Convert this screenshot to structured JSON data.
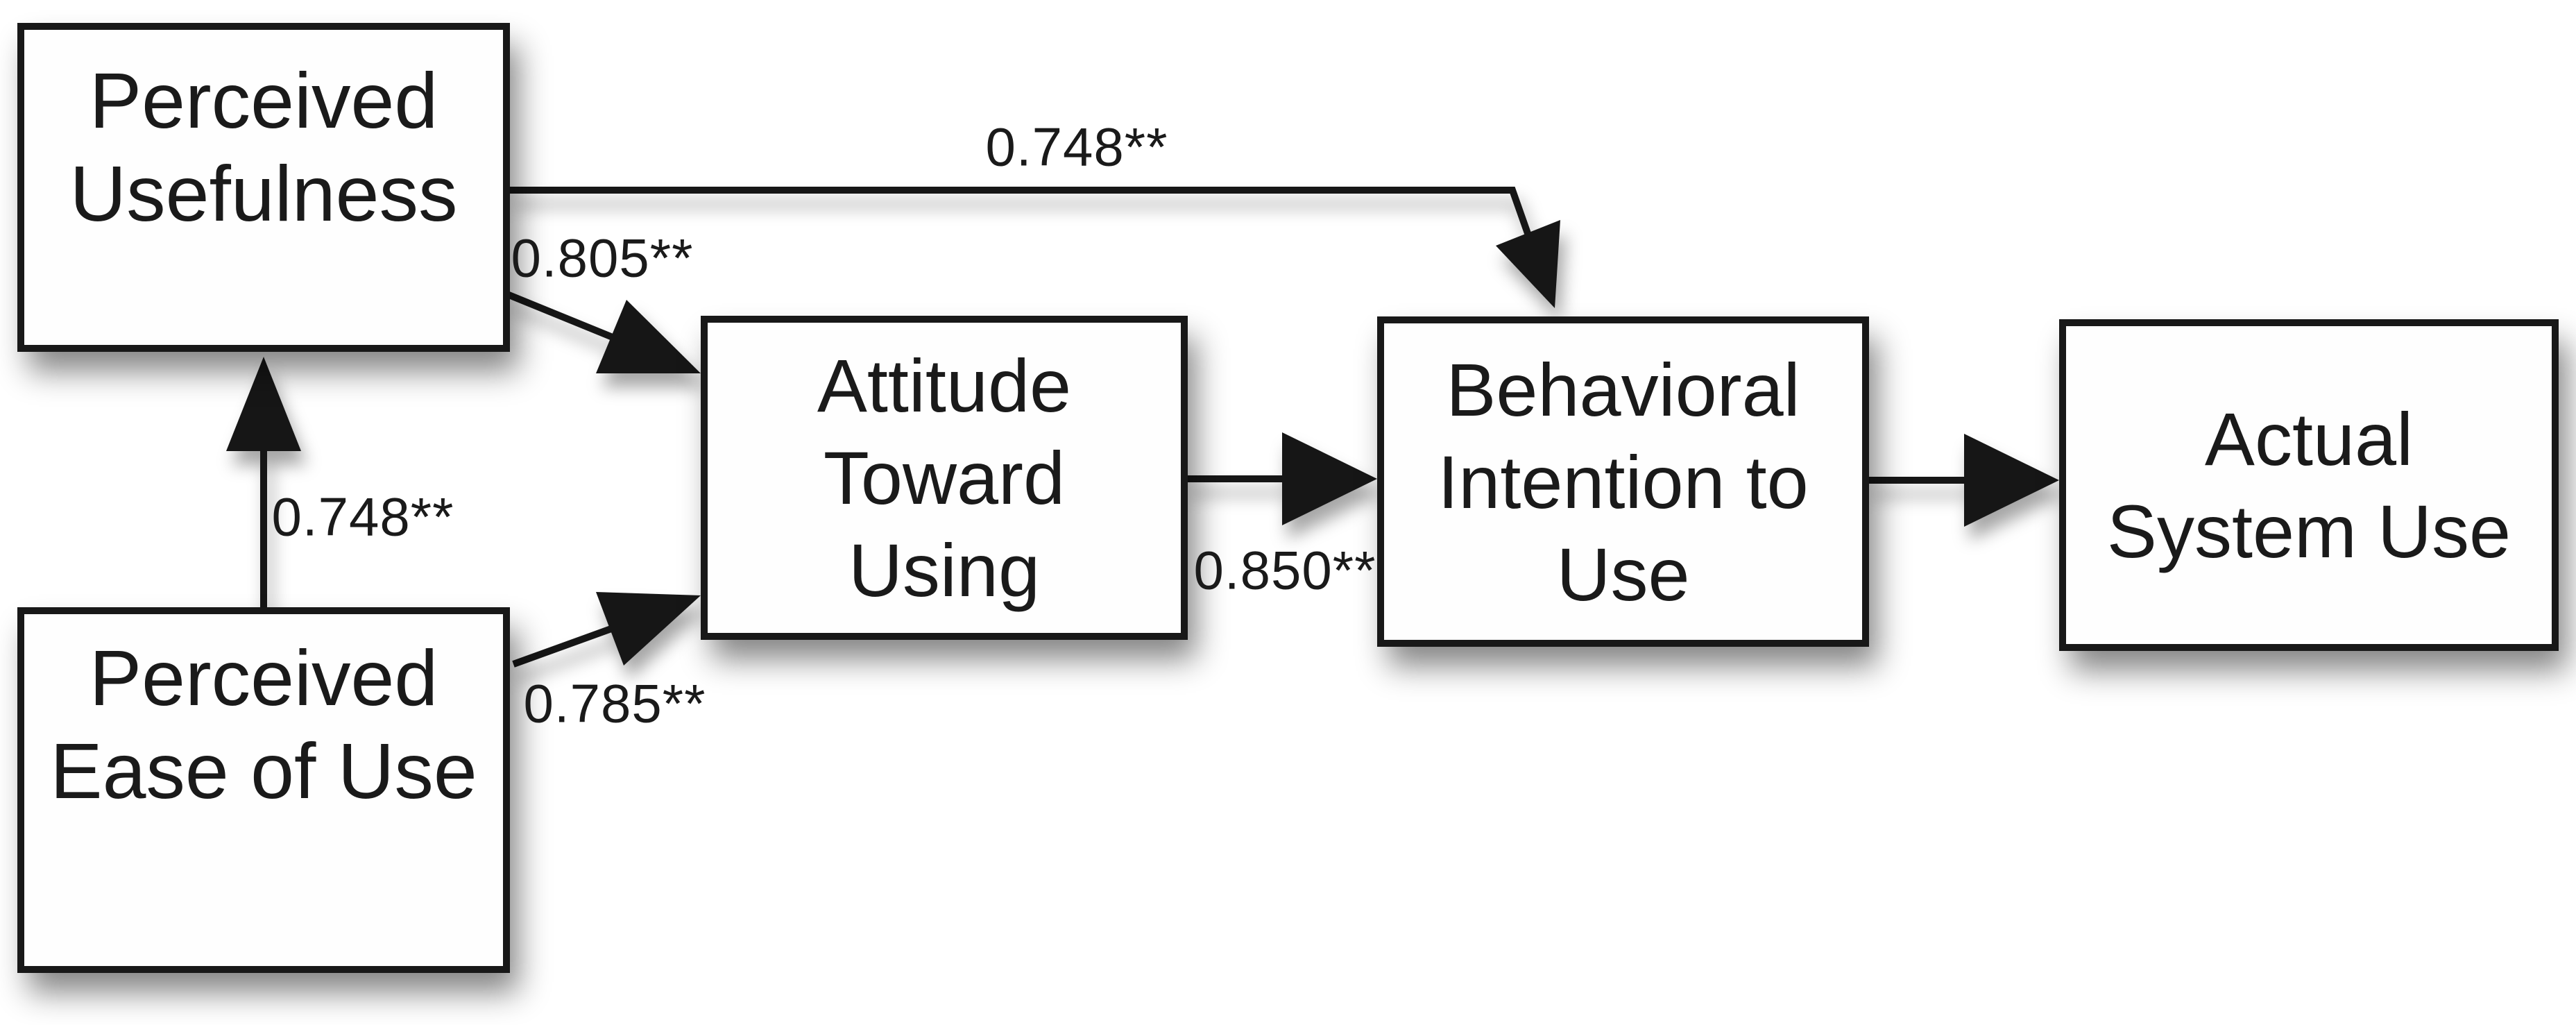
{
  "figure": {
    "type": "path-diagram",
    "background_color": "#ffffff",
    "ink_color": "#181818",
    "nodes": [
      {
        "id": "perceived-usefulness",
        "lines": [
          "Perceived",
          "Usefulness"
        ]
      },
      {
        "id": "perceived-ease-of-use",
        "lines": [
          "Perceived",
          "Ease of Use"
        ]
      },
      {
        "id": "attitude-toward-using",
        "lines": [
          "Attitude",
          "Toward",
          "Using"
        ]
      },
      {
        "id": "behavioral-intention-to-use",
        "lines": [
          "Behavioral",
          "Intention to",
          "Use"
        ]
      },
      {
        "id": "actual-system-use",
        "lines": [
          "Actual",
          "System Use"
        ]
      }
    ],
    "edges": [
      {
        "from": "perceived-usefulness",
        "to": "behavioral-intention-to-use",
        "label": "0.748**"
      },
      {
        "from": "perceived-usefulness",
        "to": "attitude-toward-using",
        "label": "0.805**"
      },
      {
        "from": "perceived-ease-of-use",
        "to": "perceived-usefulness",
        "label": "0.748**"
      },
      {
        "from": "perceived-ease-of-use",
        "to": "attitude-toward-using",
        "label": "0.785**"
      },
      {
        "from": "attitude-toward-using",
        "to": "behavioral-intention-to-use",
        "label": "0.850**"
      },
      {
        "from": "behavioral-intention-to-use",
        "to": "actual-system-use",
        "label": ""
      }
    ]
  }
}
